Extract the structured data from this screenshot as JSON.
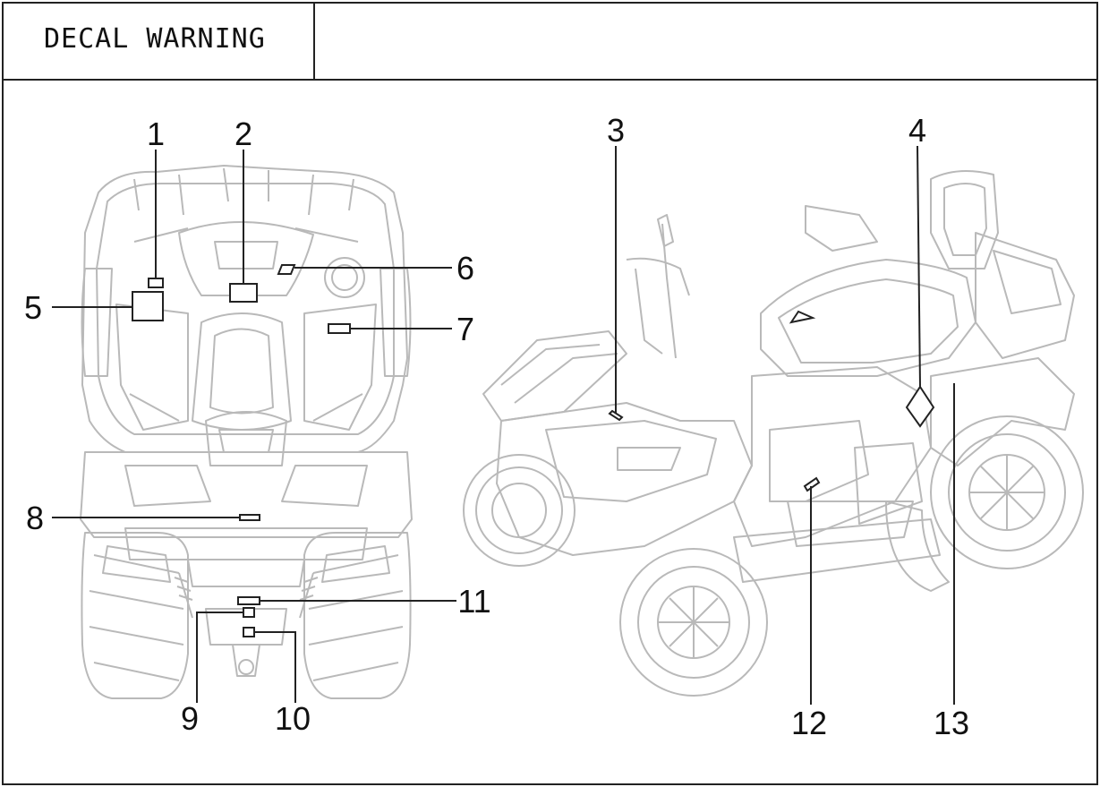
{
  "title": "DECAL WARNING",
  "callouts": [
    "1",
    "2",
    "3",
    "4",
    "5",
    "6",
    "7",
    "8",
    "9",
    "10",
    "11",
    "12",
    "13"
  ],
  "colors": {
    "outline": "#222222",
    "vehicle_lines": "#b9b9b9",
    "text": "#111111"
  }
}
